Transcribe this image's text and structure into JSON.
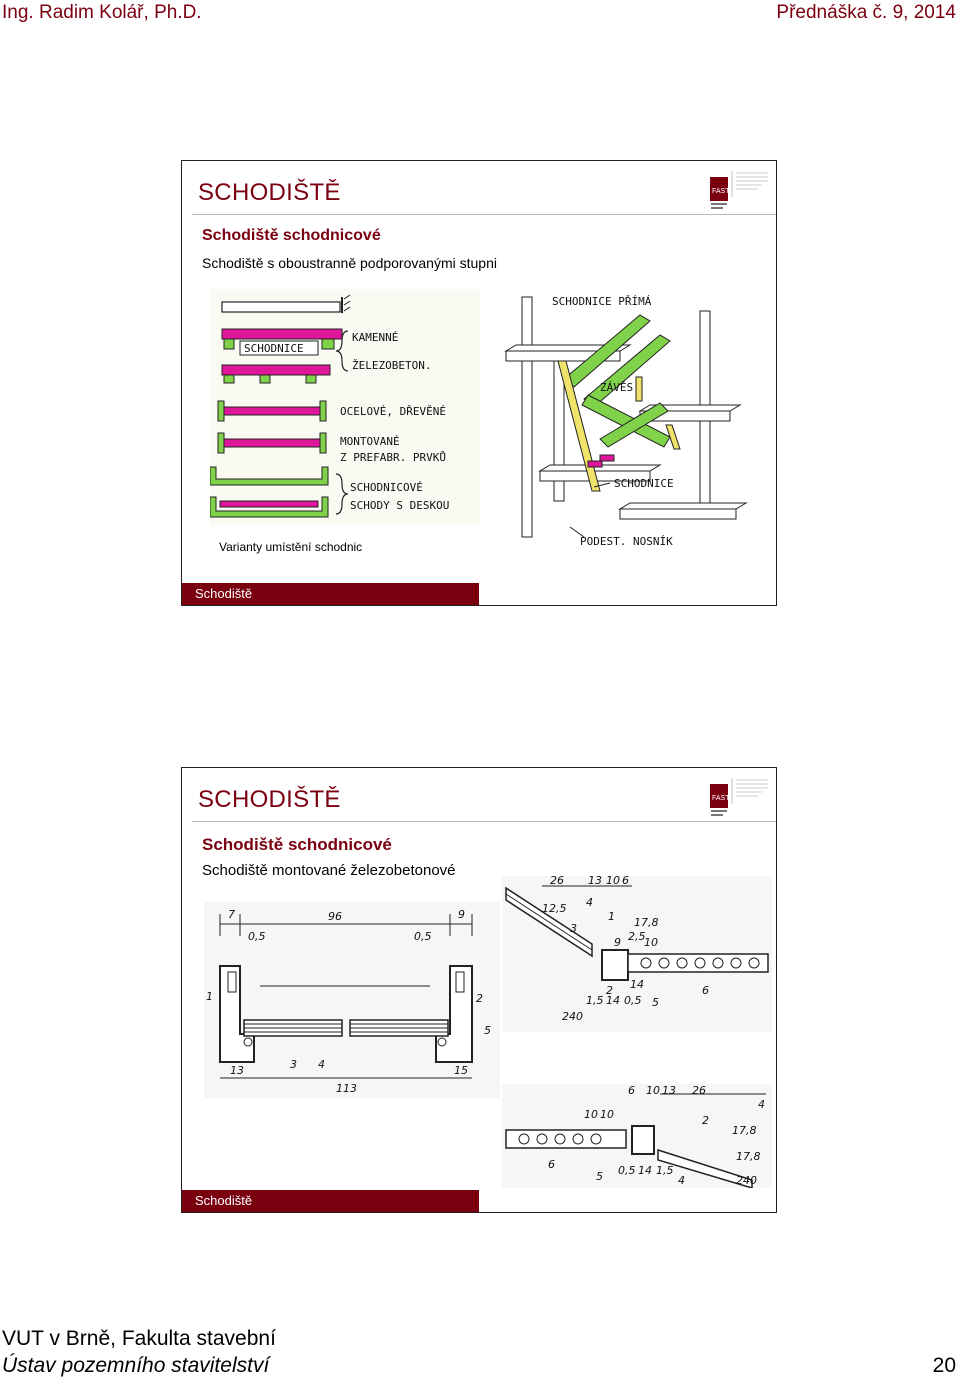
{
  "page_header": {
    "author": "Ing. Radim Kolář, Ph.D.",
    "lecture": "Přednáška č. 9, 2014"
  },
  "slides": [
    {
      "title": "SCHODIŠTĚ",
      "subtitle": "Schodiště schodnicové",
      "line": "Schodiště s oboustranně podporovanými stupni",
      "caption": "Varianty umístění schodnic",
      "footer": "Schodiště",
      "sketch_left": [
        "SCHODNICE",
        "KAMENNÉ",
        "ŽELEZOBETON.",
        "OCELOVÉ, DŘEVĚNÉ",
        "MONTOVANÉ",
        "Z PREFABR. PRVKŮ",
        "SCHODNICOVÉ",
        "SCHODY S DESKOU"
      ],
      "sketch_right": [
        "SCHODNICE PŘÍMÁ",
        "ZÁVĚS",
        "SCHODNICE",
        "PODEST. NOSNÍK"
      ]
    },
    {
      "title": "SCHODIŠTĚ",
      "subtitle": "Schodiště schodnicové",
      "line": "Schodiště montované železobetonové",
      "footer": "Schodiště",
      "drawing_left": [
        "7",
        "96",
        "9",
        "0,5",
        "0,5",
        "1",
        "2",
        "5",
        "3",
        "4",
        "13",
        "15",
        "113"
      ],
      "drawing_right_top": [
        "26",
        "13",
        "10",
        "6",
        "4",
        "1",
        "17,8",
        "9",
        "10",
        "14",
        "2",
        "3",
        "1,5",
        "14",
        "0,5",
        "5",
        "240",
        "6",
        "2,5",
        "12,5"
      ],
      "drawing_right_bottom": [
        "10",
        "10",
        "6",
        "10",
        "13",
        "26",
        "4",
        "2",
        "17,8",
        "17,8",
        "6",
        "5",
        "0,5",
        "14",
        "1,5",
        "240",
        "4"
      ]
    }
  ],
  "logo_text": [
    "FAST"
  ],
  "page_footer": {
    "line1": "VUT v Brně, Fakulta stavební",
    "line2": "Ústav pozemního stavitelství",
    "page_number": "20"
  },
  "colors": {
    "brand": "#7a0010",
    "magenta": "#e0169a",
    "green": "#7fd24a",
    "yellow": "#f0e36a"
  }
}
